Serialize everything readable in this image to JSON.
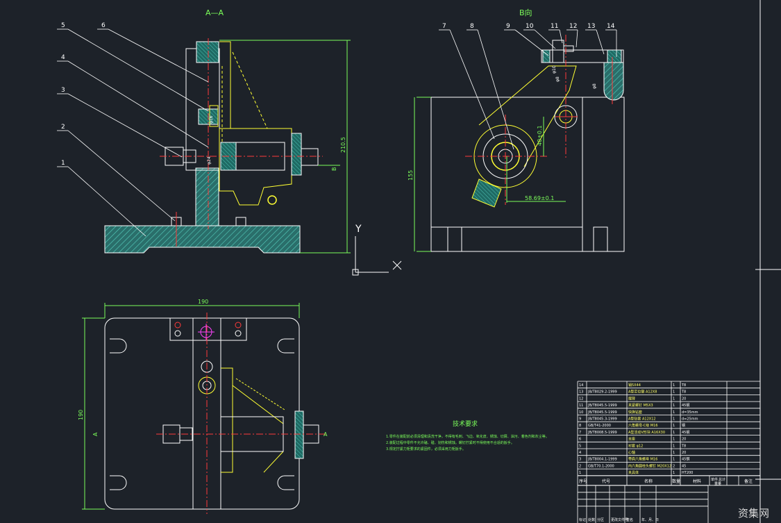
{
  "section_title": "A—A",
  "view_title": "B向",
  "section_marker": "A",
  "view_marker": "B",
  "balloons_left": [
    "5",
    "6",
    "4",
    "3",
    "2",
    "1"
  ],
  "balloons_right": [
    "7",
    "8",
    "9",
    "10",
    "11",
    "12",
    "13",
    "14"
  ],
  "dimensions": {
    "height_left": "210.5",
    "height_right": "155",
    "width_plan": "190",
    "height_plan": "190",
    "offset_h": "58.69±0.1",
    "offset_v": "40±0.1",
    "fit_a": "φ16",
    "fit_b": "φ24",
    "fit_c": "φ8",
    "fit_d": "φ10",
    "fit_e": "φ16",
    "fit_f": "φ8"
  },
  "ucs": {
    "y_label": "Y",
    "x_label": "X"
  },
  "tech": {
    "title": "技术要求",
    "lines": [
      "1.零件在装配前必须清理和清洗干净，不得有毛刺、飞边、氧化皮、锈蚀、切屑、油污、着色剂和灰尘等。",
      "2.装配过程中零件不允许磕、碰、划伤和锈蚀。螺钉拧紧时不得使用不合适的扳手。",
      "3.规定拧紧力矩要求的紧固件，必须采用力矩扳手。"
    ]
  },
  "bom": {
    "rows": [
      {
        "no": "14",
        "code": "",
        "name": "销5X44",
        "qty": "1",
        "mat": "T8",
        "note": ""
      },
      {
        "no": "13",
        "code": "JB/T8029.2-1999",
        "name": "A型定位键 A12X8",
        "qty": "1",
        "mat": "T8",
        "note": ""
      },
      {
        "no": "12",
        "code": "",
        "name": "摆臂",
        "qty": "1",
        "mat": "20",
        "note": ""
      },
      {
        "no": "11",
        "code": "JB/T8045.5-1999",
        "name": "夹紧螺钉 M5X3",
        "qty": "1",
        "mat": "45钢",
        "note": ""
      },
      {
        "no": "10",
        "code": "JB/T8045.5-1999",
        "name": "快换钻套",
        "qty": "1",
        "mat": "d=35mm",
        "note": ""
      },
      {
        "no": "9",
        "code": "JB/T8045.3-1999",
        "name": "A型钻套 A12X12",
        "qty": "1",
        "mat": "d=25mm",
        "note": ""
      },
      {
        "no": "8",
        "code": "GB/T41-2000",
        "name": "六角螺母-C级 M16",
        "qty": "1",
        "mat": "钢",
        "note": ""
      },
      {
        "no": "7",
        "code": "JB/T8008.5-1999",
        "name": "A型活动V形块 A16X30",
        "qty": "1",
        "mat": "45钢",
        "note": ""
      },
      {
        "no": "6",
        "code": "",
        "name": "支座",
        "qty": "1",
        "mat": "20",
        "note": ""
      },
      {
        "no": "5",
        "code": "",
        "name": "衬套 φ12",
        "qty": "1",
        "mat": "T8",
        "note": ""
      },
      {
        "no": "4",
        "code": "",
        "name": "心轴",
        "qty": "1",
        "mat": "20",
        "note": ""
      },
      {
        "no": "3",
        "code": "JB/T8004.1-1999",
        "name": "带肩六角螺母 M16",
        "qty": "1",
        "mat": "45钢",
        "note": ""
      },
      {
        "no": "2",
        "code": "GB/T70.1-2000",
        "name": "内六角圆柱头螺钉 M20X12",
        "qty": "2",
        "mat": "45",
        "note": ""
      },
      {
        "no": "1",
        "code": "",
        "name": "夹具体",
        "qty": "1",
        "mat": "HT200",
        "note": ""
      }
    ],
    "header": {
      "no": "序号",
      "code": "代号",
      "name": "名称",
      "qty": "数量",
      "mat": "材料",
      "unit": "单件",
      "total": "总计",
      "weight": "重量",
      "note": "备注"
    },
    "title_block_labels": [
      "标记",
      "处数",
      "分区",
      "更改文件号",
      "签名",
      "年、月、日"
    ]
  },
  "watermark": "资集网",
  "colors": {
    "background": "#1d2229",
    "outline": "#ffffff",
    "hatch": "#3fbfb0",
    "dimension": "#7cff5a",
    "centerline": "#ff3b3b",
    "yellow": "#ffff33",
    "magenta": "#ff44ff"
  }
}
